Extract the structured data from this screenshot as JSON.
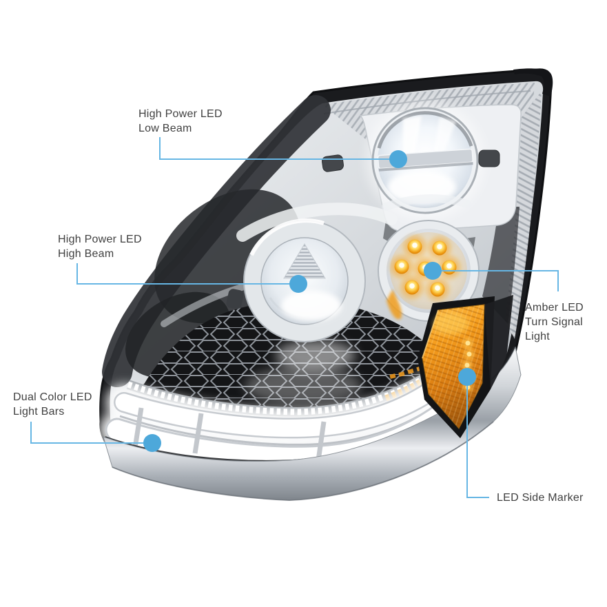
{
  "annotations": [
    {
      "id": "low-beam",
      "label": "High Power LED\nLow Beam"
    },
    {
      "id": "high-beam",
      "label": "High Power LED\nHigh Beam"
    },
    {
      "id": "turn-signal",
      "label": "Amber LED\nTurn Signal Light"
    },
    {
      "id": "light-bars",
      "label": "Dual Color LED\nLight Bars"
    },
    {
      "id": "side-marker",
      "label": "LED Side Marker"
    }
  ],
  "callout": {
    "dot_color": "#4da8da",
    "line_color": "#66b6e4",
    "text_color": "#3f3f3f"
  },
  "product_colors": {
    "background": "#ffffff",
    "housing_black": "#1a1b1e",
    "chrome_light": "#e8eaed",
    "chrome_mid": "#c9ccd0",
    "beam_white": "#ffffff",
    "amber_lens": "#f59d1d",
    "led_amber": "#ffd34d"
  }
}
